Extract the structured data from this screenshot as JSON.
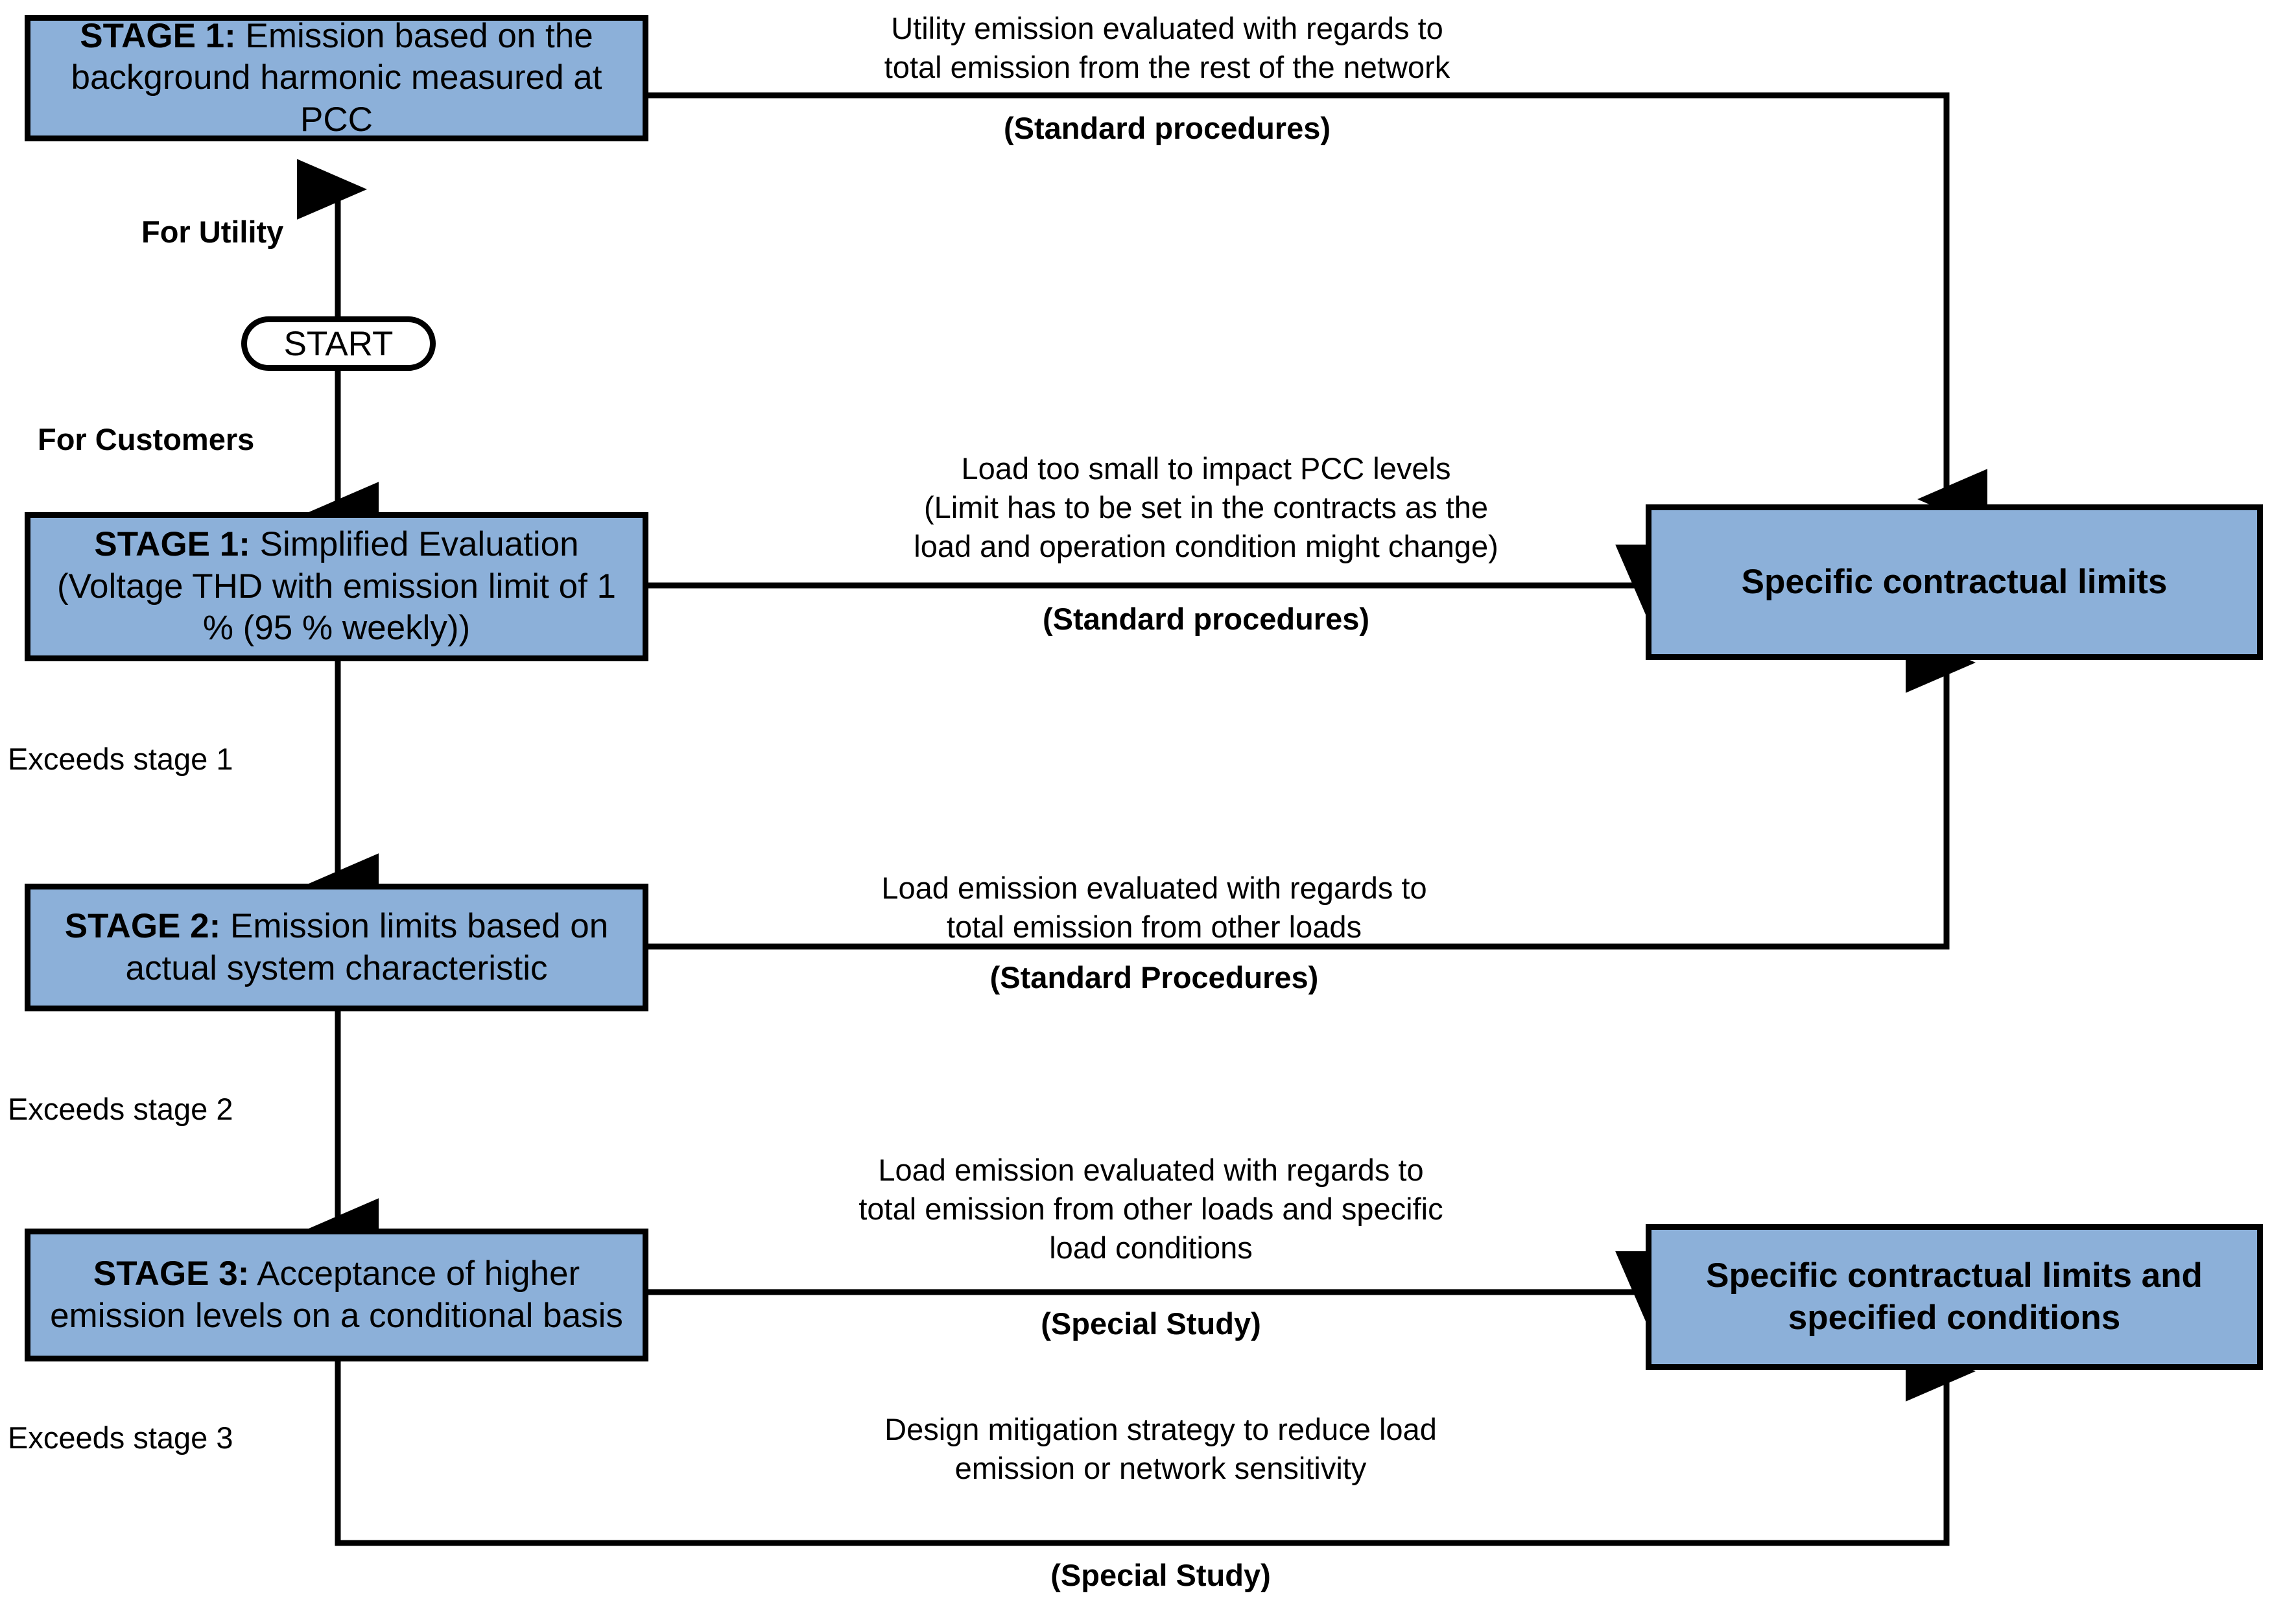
{
  "diagram": {
    "title": "Staged harmonic emission assessment flowchart",
    "accent_fill": "#8cb0d9",
    "stroke": "#000000",
    "background": "#ffffff"
  },
  "nodes": {
    "start": {
      "label": "START"
    },
    "stage1_utility": {
      "lead": "STAGE 1:",
      "rest": " Emission based on the background harmonic measured at PCC"
    },
    "stage1_customer": {
      "lead": "STAGE 1:",
      "rest": " Simplified Evaluation (Voltage THD with emission limit of 1 % (95 % weekly))"
    },
    "stage2": {
      "lead": "STAGE 2:",
      "rest": " Emission limits based on actual system characteristic"
    },
    "stage3": {
      "lead": "STAGE 3:",
      "rest": " Acceptance of higher emission levels on a conditional basis"
    },
    "contractual_limits": {
      "label": "Specific contractual limits"
    },
    "contractual_limits_conditions": {
      "label": "Specific contractual limits and specified conditions"
    }
  },
  "branch_labels": {
    "for_utility": "For Utility",
    "for_customers": "For Customers",
    "exceeds_stage_1": "Exceeds stage 1",
    "exceeds_stage_2": "Exceeds stage 2",
    "exceeds_stage_3": "Exceeds stage 3"
  },
  "edge_labels": {
    "utility_to_limits": {
      "text": "Utility emission evaluated with regards to\ntotal emission from the rest of the network",
      "note": "(Standard procedures)"
    },
    "stage1_customer_to_limits": {
      "text": "Load too small to impact PCC levels\n(Limit has to be set in the contracts as the\nload and operation condition might change)",
      "note": "(Standard procedures)"
    },
    "stage2_to_limits": {
      "text": "Load emission evaluated with regards to\ntotal emission from other loads",
      "note": "(Standard Procedures)"
    },
    "stage3_to_conditions": {
      "text": "Load emission evaluated with regards to\ntotal emission from other loads and specific\nload conditions",
      "note": "(Special Study)"
    },
    "mitigation_to_conditions": {
      "text": "Design mitigation strategy to reduce load\nemission or network sensitivity",
      "note": "(Special Study)"
    }
  }
}
